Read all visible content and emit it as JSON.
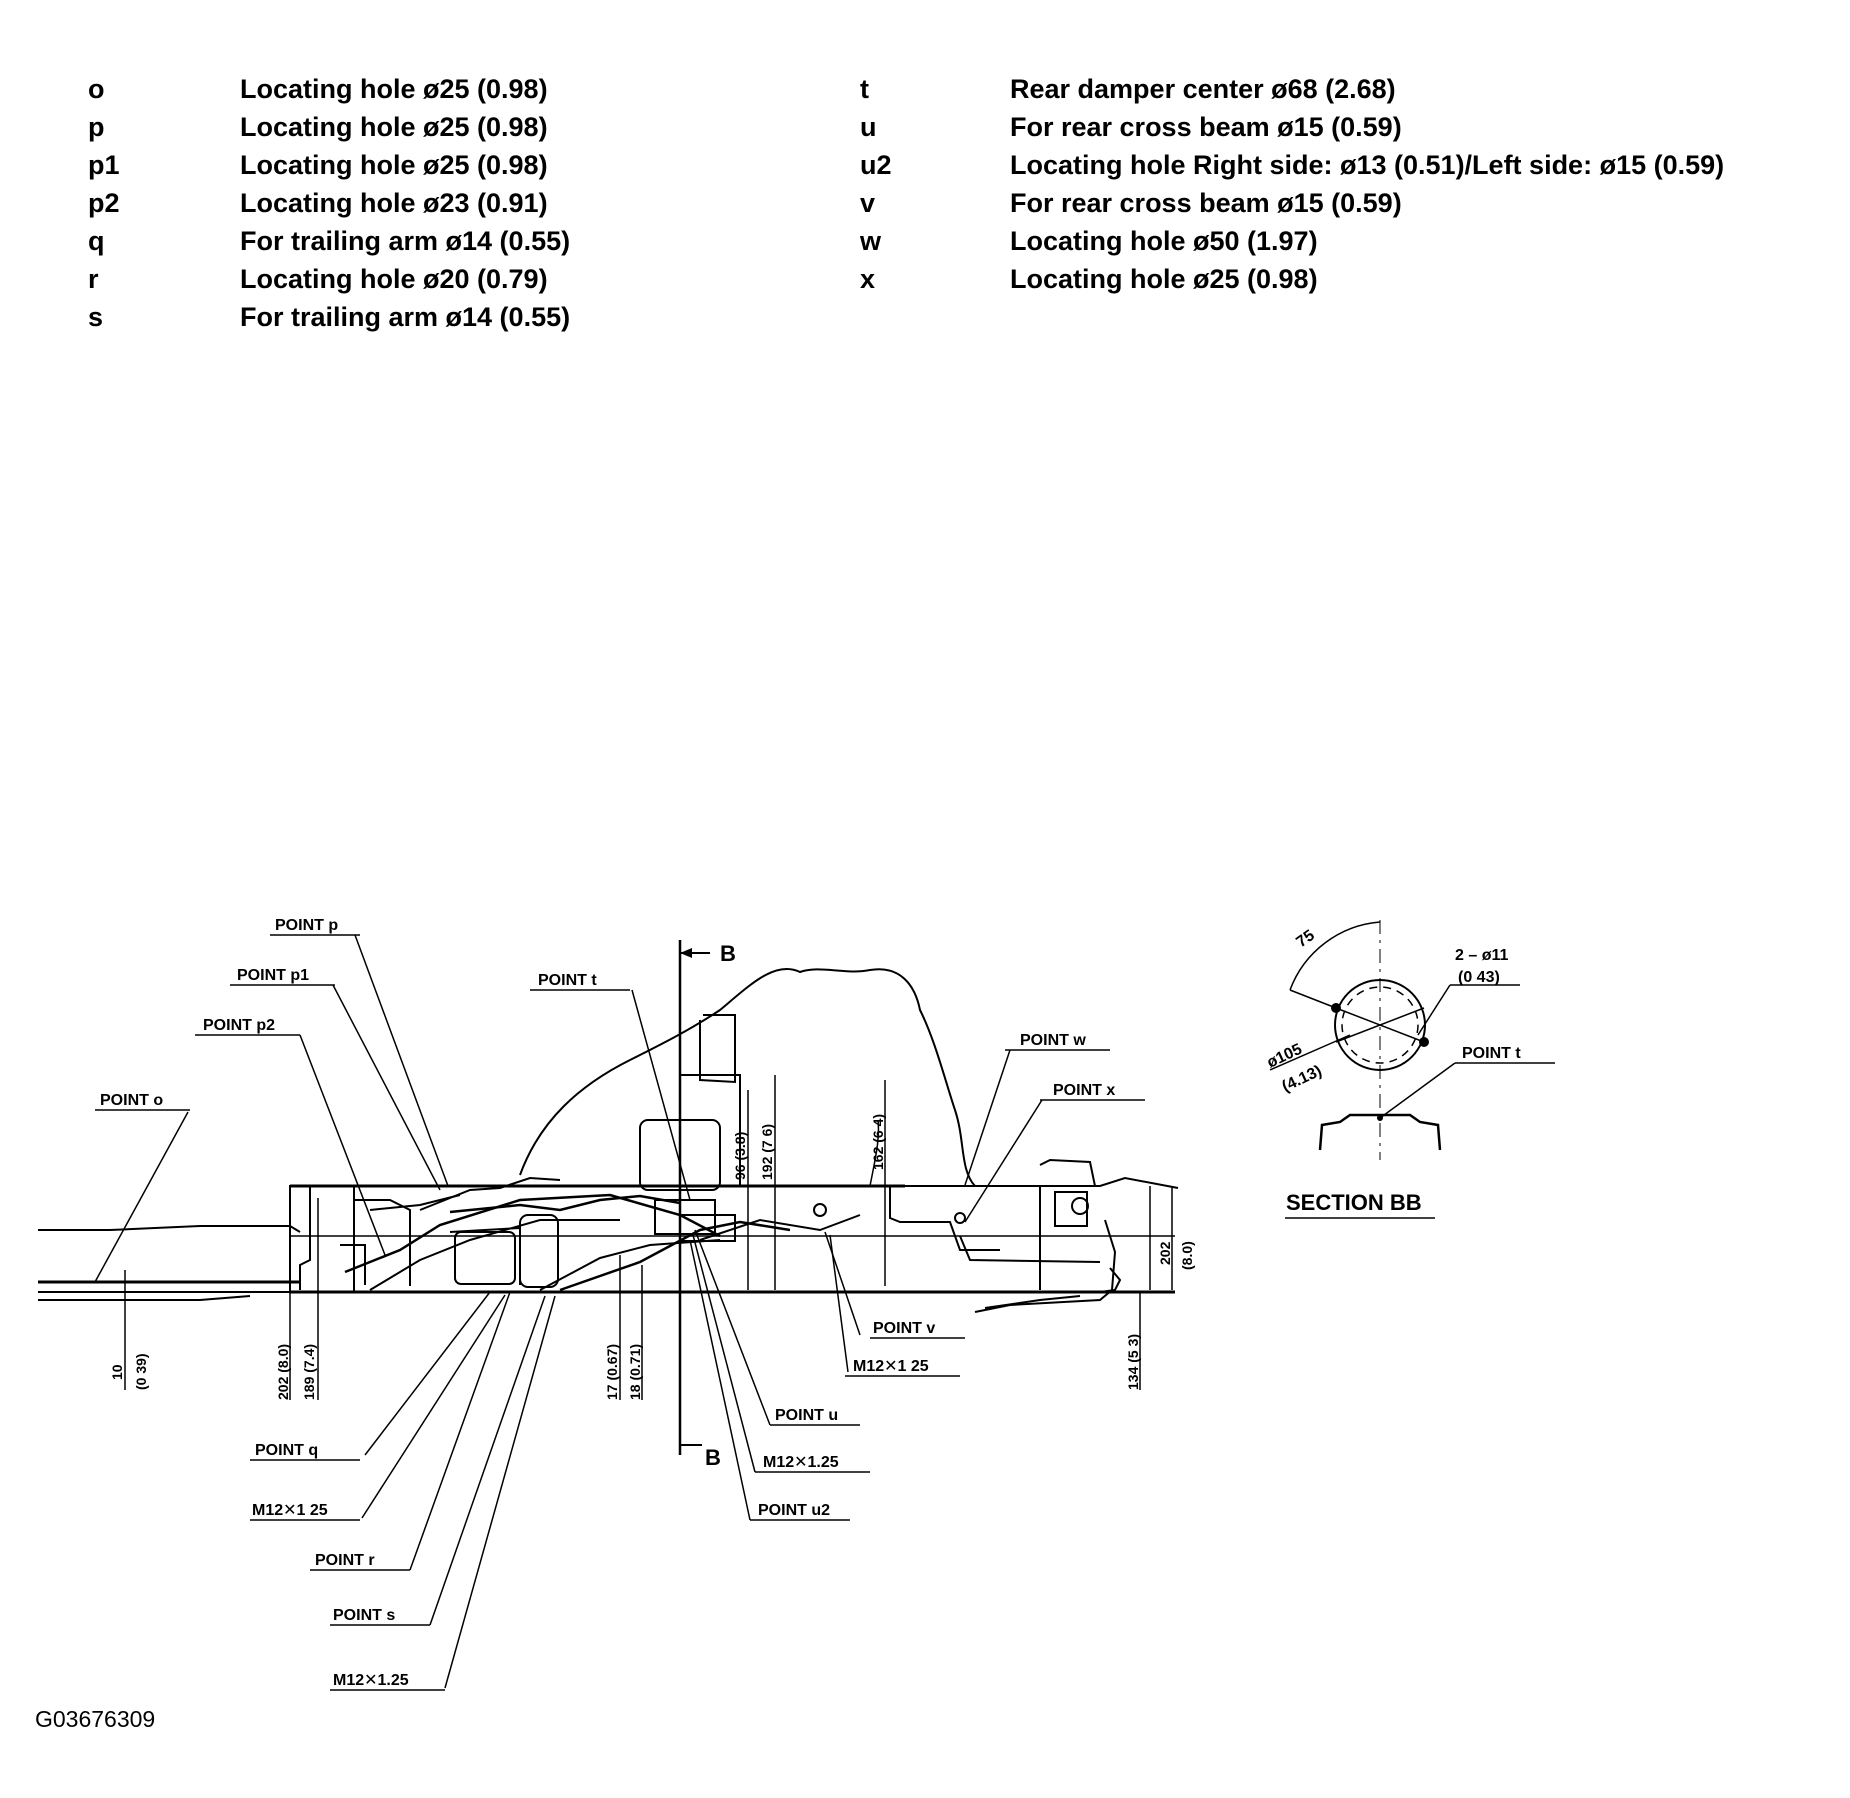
{
  "legend_left": [
    {
      "code": "o",
      "desc": "Locating hole ø25 (0.98)"
    },
    {
      "code": "p",
      "desc": "Locating hole ø25 (0.98)"
    },
    {
      "code": "p1",
      "desc": "Locating hole ø25 (0.98)"
    },
    {
      "code": "p2",
      "desc": "Locating hole ø23 (0.91)"
    },
    {
      "code": "q",
      "desc": "For trailing arm ø14 (0.55)"
    },
    {
      "code": "r",
      "desc": "Locating hole ø20 (0.79)"
    },
    {
      "code": "s",
      "desc": "For trailing arm ø14 (0.55)"
    }
  ],
  "legend_right": [
    {
      "code": "t",
      "desc": "Rear damper center ø68 (2.68)"
    },
    {
      "code": "u",
      "desc": "For rear cross beam ø15 (0.59)"
    },
    {
      "code": "u2",
      "desc": "Locating hole Right side: ø13 (0.51)/Left side: ø15 (0.59)"
    },
    {
      "code": "v",
      "desc": "For rear cross beam ø15 (0.59)"
    },
    {
      "code": "w",
      "desc": "Locating hole ø50 (1.97)"
    },
    {
      "code": "x",
      "desc": "Locating hole ø25 (0.98)"
    }
  ],
  "labels": {
    "point_p": "POINT p",
    "point_p1": "POINT p1",
    "point_p2": "POINT p2",
    "point_o": "POINT o",
    "point_t": "POINT t",
    "point_w": "POINT w",
    "point_x": "POINT x",
    "point_v": "POINT v",
    "point_u": "POINT u",
    "point_u2": "POINT u2",
    "point_q": "POINT q",
    "point_r": "POINT r",
    "point_s": "POINT s",
    "m12_v": "M12✕1 25",
    "m12_u": "M12✕1.25",
    "m12_q": "M12✕1 25",
    "m12_s": "M12✕1.25",
    "section_b_top": "B",
    "section_b_bottom": "B",
    "section_bb": "SECTION BB",
    "section_point_t": "POINT t"
  },
  "dimensions": {
    "d10": "10",
    "d10_in": "(0 39)",
    "d202_left": "202 (8.0)",
    "d189": "189 (7.4)",
    "d17": "17 (0.67)",
    "d18": "18 (0.71)",
    "d96": "96 (3.8)",
    "d192": "192 (7 6)",
    "d162": "162 (6 4)",
    "d202_right": "202",
    "d202_right_in": "(8.0)",
    "d134": "134 (5 3)",
    "angle75": "75",
    "holes": "2 – ø11",
    "holes_in": "(0 43)",
    "dia105": "ø105",
    "dia105_in": "(4.13)"
  },
  "figure_id": "G03676309"
}
